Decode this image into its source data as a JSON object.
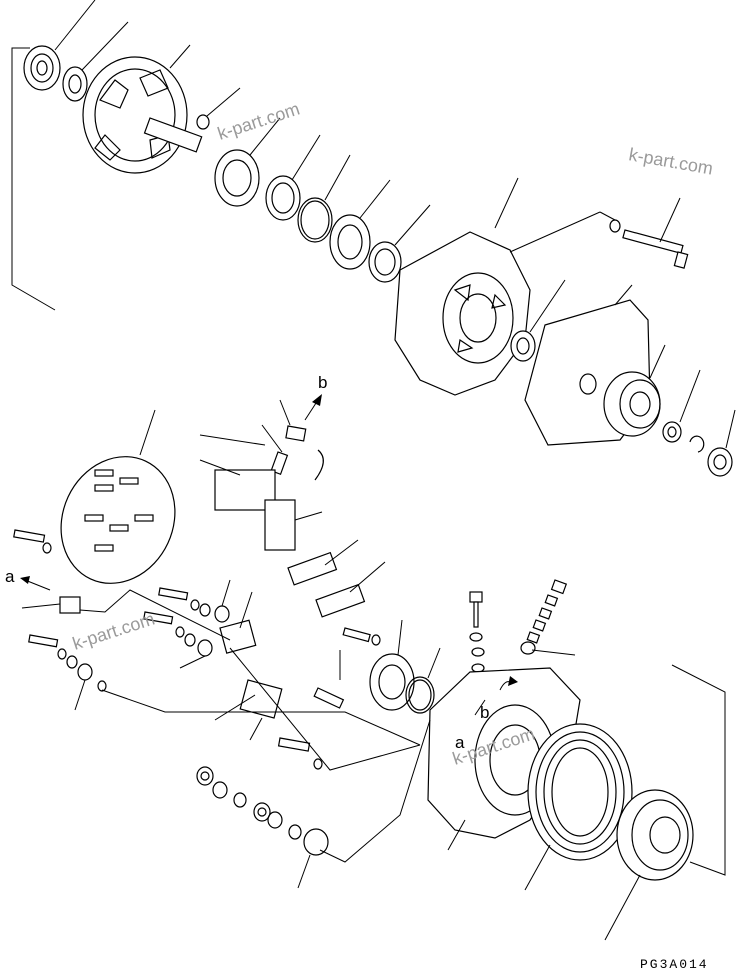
{
  "labels": {
    "a_top": "a",
    "b_top": "b",
    "b_housing": "b",
    "a_housing": "a"
  },
  "watermarks": [
    "k-part.com",
    "k-part.com",
    "k-part.com",
    "k-part.com"
  ],
  "drawing_code": "PG3A014",
  "colors": {
    "line": "#000000",
    "watermark": "#9a9a9a",
    "background": "#ffffff"
  }
}
